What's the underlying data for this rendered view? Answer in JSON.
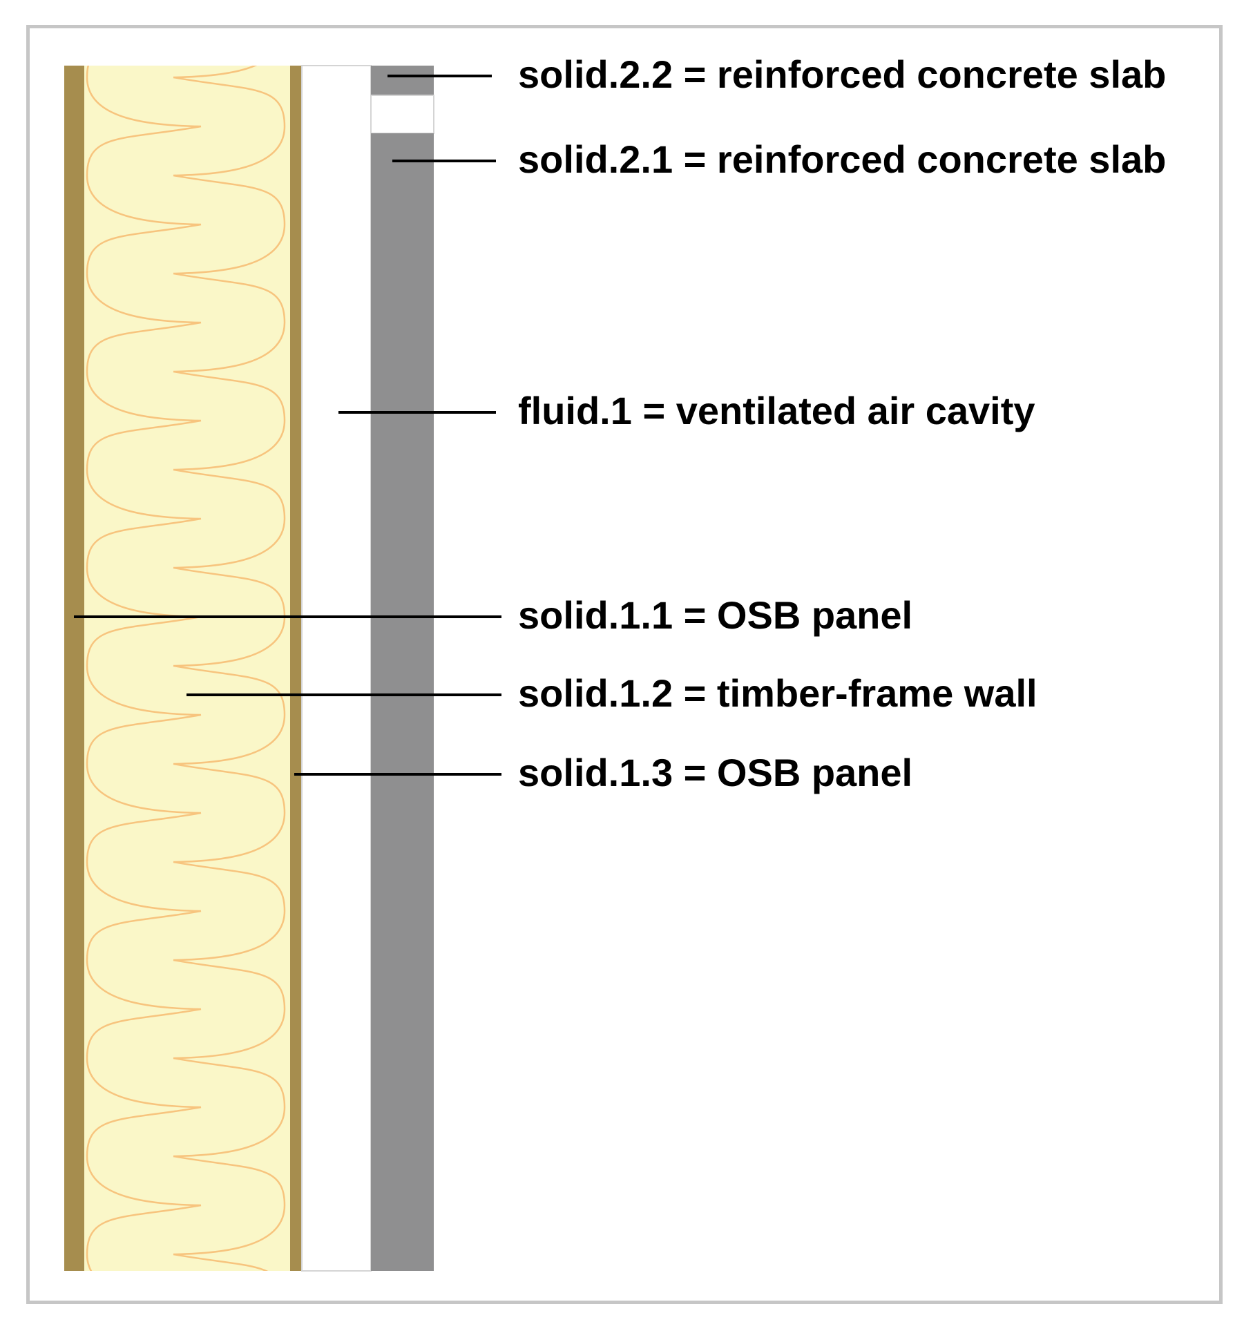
{
  "labels": {
    "solid_2_2": "solid.2.2 = reinforced concrete slab",
    "solid_2_1": "solid.2.1 = reinforced concrete slab",
    "fluid_1": "fluid.1 = ventilated air cavity",
    "solid_1_1": "solid.1.1 = OSB panel",
    "solid_1_2": "solid.1.2 = timber-frame wall",
    "solid_1_3": "solid.1.3 = OSB panel"
  },
  "colors": {
    "osb_panel": "#a68d4e",
    "insulation_fill": "#faf7c8",
    "insulation_pattern": "#f7c47e",
    "concrete": "#8f8f90",
    "air_cavity": "#ffffff",
    "frame_border": "#c6c6c6",
    "leader_line": "#000000"
  }
}
